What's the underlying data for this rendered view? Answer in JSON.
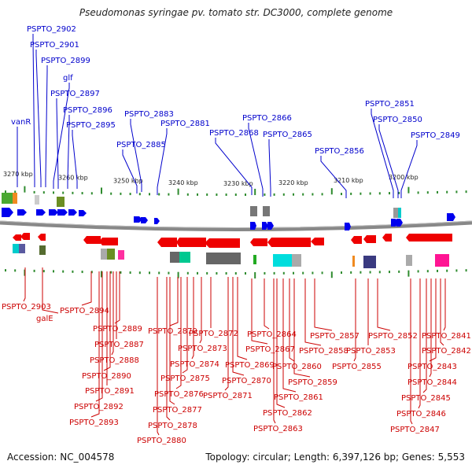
{
  "title": "Pseudomonas syringae pv. tomato str. DC3000, complete genome",
  "footer": {
    "accession": "Accession: NC_004578",
    "summary": "Topology: circular; Length: 6,397,126 bp; Genes: 5,553"
  },
  "ticks": [
    "3270 kbp",
    "3260 kbp",
    "3250 kbp",
    "3240 kbp",
    "3230 kbp",
    "3220 kbp",
    "3210 kbp",
    "3200 kbp"
  ],
  "top_labels": [
    "vanR",
    "PSPTO_2902",
    "PSPTO_2901",
    "PSPTO_2899",
    "glf",
    "PSPTO_2897",
    "PSPTO_2896",
    "PSPTO_2895",
    "PSPTO_2883",
    "PSPTO_2885",
    "PSPTO_2881",
    "PSPTO_2868",
    "PSPTO_2866",
    "PSPTO_2865",
    "PSPTO_2856",
    "PSPTO_2851",
    "PSPTO_2850",
    "PSPTO_2849"
  ],
  "bottom_labels": [
    "PSPTO_2903",
    "galE",
    "PSPTO_2894",
    "PSPTO_2889",
    "PSPTO_2887",
    "PSPTO_2888",
    "PSPTO_2890",
    "PSPTO_2891",
    "PSPTO_2892",
    "PSPTO_2893",
    "PSPTO_2879",
    "PSPTO_2877",
    "PSPTO_2878",
    "PSPTO_2880",
    "PSPTO_2876",
    "PSPTO_2875",
    "PSPTO_2874",
    "PSPTO_2873",
    "PSPTO_2872",
    "PSPTO_2871",
    "PSPTO_2870",
    "PSPTO_2869",
    "PSPTO_2867",
    "PSPTO_2864",
    "PSPTO_2861",
    "PSPTO_2862",
    "PSPTO_2863",
    "PSPTO_2860",
    "PSPTO_2859",
    "PSPTO_2858",
    "PSPTO_2857",
    "PSPTO_2855",
    "PSPTO_2853",
    "PSPTO_2852",
    "PSPTO_2841",
    "PSPTO_2842",
    "PSPTO_2843",
    "PSPTO_2844",
    "PSPTO_2845",
    "PSPTO_2846",
    "PSPTO_2847"
  ],
  "colors": {
    "forward": "#0000ee",
    "reverse": "#ee0000",
    "backbone": "#888888",
    "tick": "#2e8b2e"
  }
}
